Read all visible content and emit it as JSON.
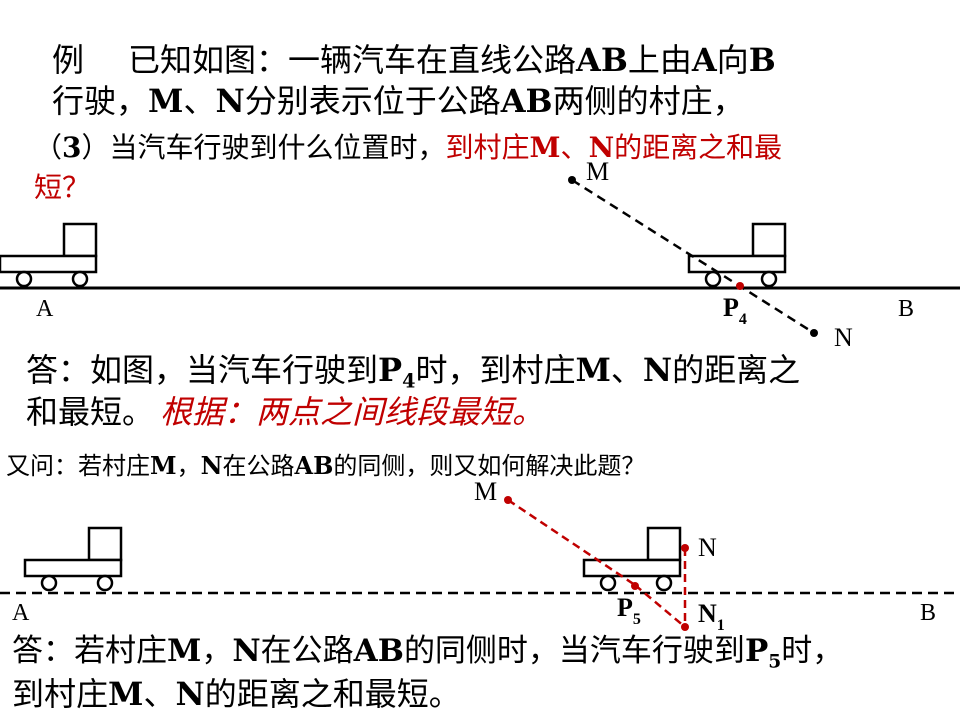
{
  "problem": {
    "line1": {
      "prefix": "例",
      "p1": "已知如图：一辆汽车在直线公路",
      "ab": "AB",
      "p2": "上由",
      "a": "A",
      "p3": "向",
      "b": "B"
    },
    "line2": {
      "p1": "行驶，",
      "m": "M",
      "sep": "、",
      "n": "N",
      "p2": "分别表示位于公路",
      "ab": "AB",
      "p3": "两侧的村庄，"
    },
    "line3": {
      "num_open": "（",
      "num": "3",
      "num_close": "）",
      "p1": "当汽车行驶到什么位置时，",
      "red1": "到村庄",
      "m": "M",
      "sep": "、",
      "n": "N",
      "red2": "的距离之和最"
    },
    "line4": {
      "red": "短？"
    }
  },
  "figure1": {
    "label_a": "A",
    "label_b": "B",
    "label_m": "M",
    "label_n": "N",
    "label_p": "P",
    "label_p_sub": "4",
    "road_color": "#000000",
    "point_color": "#c00000"
  },
  "answer1": {
    "line1": {
      "p1": "答：如图，当汽车行驶到",
      "p": "P",
      "p_sub": "4",
      "p2": "时，到村庄",
      "m": "M",
      "sep": "、",
      "n": "N",
      "p3": "的距离之"
    },
    "line2": {
      "p1": "和最短。",
      "reason": "根据：两点之间线段最短。"
    }
  },
  "question2": {
    "p1": "又问：若村庄",
    "m": "M",
    "sep": "，",
    "n": "N",
    "p2": "在公路",
    "ab": "AB",
    "p3": "的同侧，则又如何解决此题？"
  },
  "figure2": {
    "label_a": "A",
    "label_b": "B",
    "label_m": "M",
    "label_n": "N",
    "label_n1": "N",
    "label_n1_sub": "1",
    "label_p": "P",
    "label_p_sub": "5",
    "dash_color": "#c00000"
  },
  "answer2": {
    "line1": {
      "p1": "答：若村庄",
      "m": "M",
      "sep1": "，",
      "n": "N",
      "p2": "在公路",
      "ab": "AB",
      "p3": "的同侧时，当汽车行驶到",
      "p": "P",
      "p_sub": "5",
      "p4": "时，"
    },
    "line2": {
      "p1": "到村庄",
      "m": "M",
      "sep": "、",
      "n": "N",
      "p2": "的距离之和最短。"
    }
  }
}
